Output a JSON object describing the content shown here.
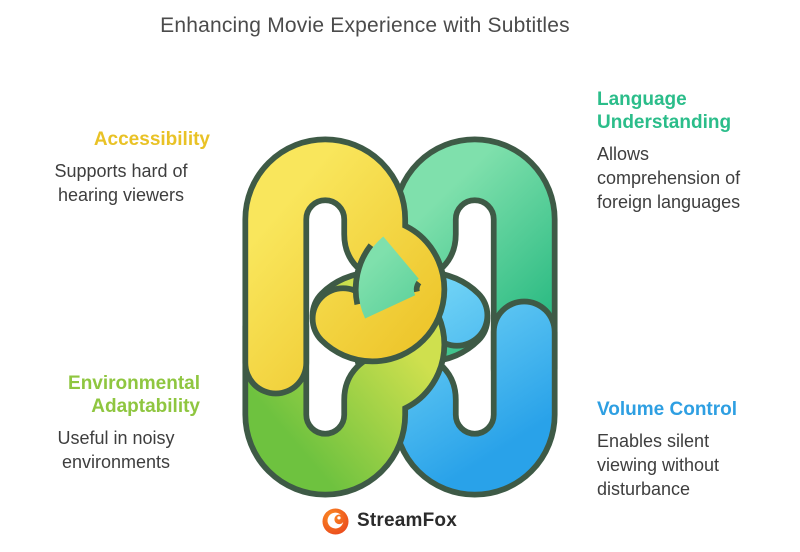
{
  "title": "Enhancing Movie Experience with Subtitles",
  "features": {
    "accessibility": {
      "heading": "Accessibility",
      "description": "Supports hard of hearing viewers",
      "heading_color": "#e9c226",
      "ribbon_color": "#f3d643"
    },
    "language_understanding": {
      "heading": "Language Understanding",
      "description": "Allows comprehension of foreign languages",
      "heading_color": "#2bbd8a",
      "ribbon_color": "#3fc78e"
    },
    "environmental_adaptability": {
      "heading": "Environmental Adaptability",
      "description": "Useful in noisy environments",
      "heading_color": "#8fc640",
      "ribbon_color": "#9ed242"
    },
    "volume_control": {
      "heading": "Volume Control",
      "description": "Enables silent viewing without disturbance",
      "heading_color": "#2e9fe2",
      "ribbon_color": "#47bdf0"
    }
  },
  "knot": {
    "outline_color": "#3e5a46"
  },
  "brand": {
    "name": "StreamFox",
    "logo_color": "#f0541e"
  }
}
